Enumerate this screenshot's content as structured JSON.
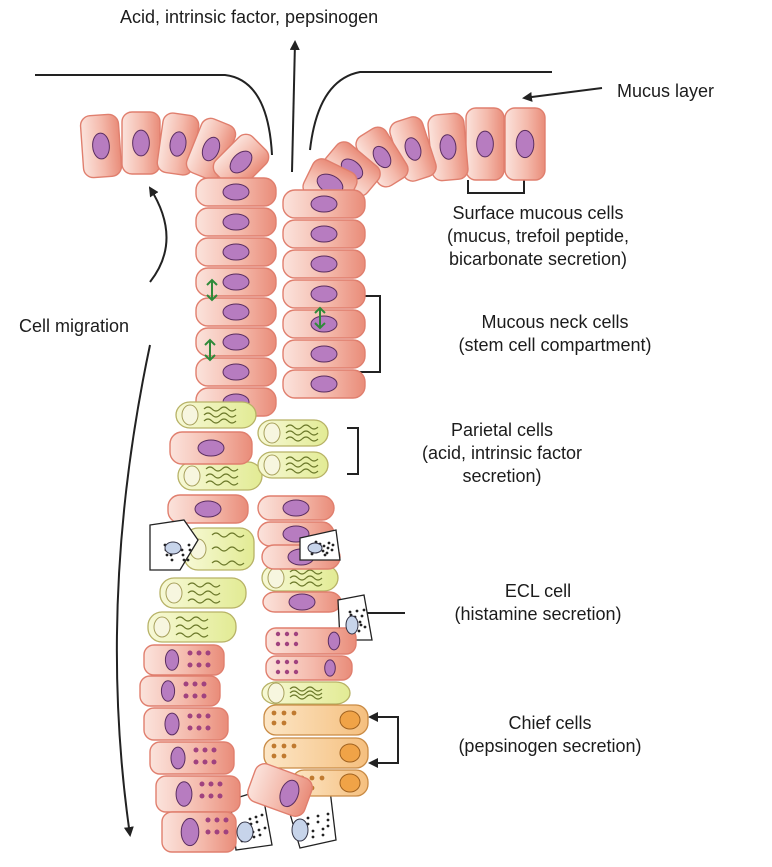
{
  "labels": {
    "top": "Acid, intrinsic factor, pepsinogen",
    "mucus_layer": "Mucus layer",
    "surface_mucous": [
      "Surface mucous cells",
      "(mucus, trefoil peptide,",
      "bicarbonate secretion)"
    ],
    "cell_migration": "Cell migration",
    "mucous_neck": [
      "Mucous neck cells",
      "(stem cell compartment)"
    ],
    "parietal": [
      "Parietal cells",
      "(acid, intrinsic factor",
      "secretion)"
    ],
    "ecl": [
      "ECL cell",
      "(histamine secretion)"
    ],
    "chief": [
      "Chief cells",
      "(pepsinogen secretion)"
    ]
  },
  "colors": {
    "mucous_cell_fill": "#f2b6a8",
    "mucous_cell_edge": "#e07f6e",
    "nucleus": "#b77cc0",
    "parietal_fill": "#eef3b2",
    "chief_fill": "#f8d2a0",
    "chief_nucleus": "#f0a347",
    "ecl_dots": "#222222",
    "arrow_green": "#2f8a3a",
    "line": "#222222"
  }
}
